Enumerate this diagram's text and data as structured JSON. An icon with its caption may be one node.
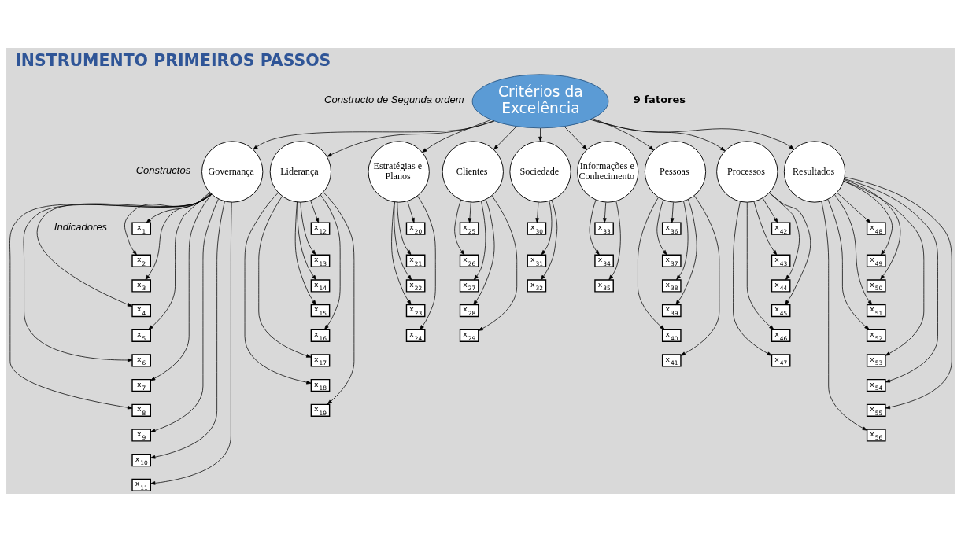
{
  "diagram": {
    "title": "INSTRUMENTO PRIMEIROS PASSOS",
    "nodes": [
      {
        "text": [
          "Critérios da Excelência"
        ]
      },
      {
        "text": [
          "Governança"
        ]
      },
      {
        "text": [
          "Liderança"
        ]
      },
      {
        "text": [
          "Estratégias e Planos"
        ]
      },
      {
        "text": [
          "Clientes"
        ]
      },
      {
        "text": [
          "Sociedade"
        ]
      },
      {
        "text": [
          "Informações e Conhecimento"
        ]
      },
      {
        "text": [
          "Pessoas"
        ]
      },
      {
        "text": [
          "Processos"
        ]
      },
      {
        "text": [
          "Resultados"
        ]
      },
      {
        "text": [
          "x$_{1}$"
        ]
      },
      {
        "text": [
          "x$_{2}$"
        ]
      },
      {
        "text": [
          "x$_{3}$"
        ]
      },
      {
        "text": [
          "x$_{4}$"
        ]
      },
      {
        "text": [
          "x$_{5}$"
        ]
      },
      {
        "text": [
          "x$_{6}$"
        ]
      },
      {
        "text": [
          "x$_{7}$"
        ]
      },
      {
        "text": [
          "x$_{8}$"
        ]
      },
      {
        "text": [
          "x$_{9}$"
        ]
      },
      {
        "text": [
          "x$_{10}$"
        ]
      },
      {
        "text": [
          "x$_{11}$"
        ]
      },
      {
        "text": [
          "x$_{12}$"
        ]
      },
      {
        "text": [
          "x$_{13}$"
        ]
      },
      {
        "text": [
          "x$_{14}$"
        ]
      },
      {
        "text": [
          "x$_{15}$"
        ]
      },
      {
        "text": [
          "x$_{16}$"
        ]
      },
      {
        "text": [
          "x$_{17}$"
        ]
      },
      {
        "text": [
          "x$_{18}$"
        ]
      },
      {
        "text": [
          "x$_{19}$"
        ]
      },
      {
        "text": [
          "x$_{20}$"
        ]
      },
      {
        "text": [
          "x$_{21}$"
        ]
      },
      {
        "text": [
          "x$_{22}$"
        ]
      },
      {
        "text": [
          "x$_{23}$"
        ]
      },
      {
        "text": [
          "x$_{24}$"
        ]
      },
      {
        "text": [
          "x$_{25}$"
        ]
      },
      {
        "text": [
          "x$_{26}$"
        ]
      },
      {
        "text": [
          "x$_{27}$"
        ]
      },
      {
        "text": [
          "x$_{28}$"
        ]
      },
      {
        "text": [
          "x$_{29}$"
        ]
      },
      {
        "text": [
          "x$_{30}$"
        ]
      },
      {
        "text": [
          "x$_{31}$"
        ]
      },
      {
        "text": [
          "x$_{32}$"
        ]
      },
      {
        "text": [
          "x$_{33}$"
        ]
      },
      {
        "text": [
          "x$_{34}$"
        ]
      },
      {
        "text": [
          "x$_{35}$"
        ]
      },
      {
        "text": [
          "x$_{36}$"
        ]
      },
      {
        "text": [
          "x$_{37}$"
        ]
      },
      {
        "text": [
          "x$_{38}$"
        ]
      },
      {
        "text": [
          "x$_{39}$"
        ]
      },
      {
        "text": [
          "x$_{40}$"
        ]
      },
      {
        "text": [
          "x$_{41}$"
        ]
      },
      {
        "text": [
          "x$_{42}$"
        ]
      },
      {
        "text": [
          "x$_{43}$"
        ]
      },
      {
        "text": [
          "x$_{44}$"
        ]
      },
      {
        "text": [
          "x$_{45}$"
        ]
      },
      {
        "text": [
          "x$_{46}$"
        ]
      },
      {
        "text": [
          "x$_{47}$"
        ]
      },
      {
        "text": [
          "x$_{48}$"
        ]
      },
      {
        "text": [
          "x$_{49}$"
        ]
      },
      {
        "text": [
          "x$_{50}$"
        ]
      },
      {
        "text": [
          "x$_{51}$"
        ]
      },
      {
        "text": [
          "x$_{52}$"
        ]
      },
      {
        "text": [
          "x$_{53}$"
        ]
      },
      {
        "text": [
          "x$_{54}$"
        ]
      },
      {
        "text": [
          "x$_{55}$"
        ]
      },
      {
        "text": [
          "x$_{56}$"
        ]
      }
    ],
    "edges": [
      {
        "from": 0,
        "to": 1,
        "arrow": "to"
      },
      {
        "from": 0,
        "to": 2,
        "arrow": "to"
      },
      {
        "from": 0,
        "to": 3,
        "arrow": "to"
      },
      {
        "from": 0,
        "to": 4,
        "arrow": "to"
      },
      {
        "from": 0,
        "to": 5,
        "arrow": "to"
      },
      {
        "from": 0,
        "to": 6,
        "arrow": "to"
      },
      {
        "from": 0,
        "to": 7,
        "arrow": "to"
      },
      {
        "from": 0,
        "to": 8,
        "arrow": "to"
      },
      {
        "from": 0,
        "to": 9,
        "arrow": "to"
      },
      {
        "from": 1,
        "to": 10,
        "arrow": "to"
      },
      {
        "from": 1,
        "to": 11,
        "arrow": "to"
      },
      {
        "from": 1,
        "to": 12,
        "arrow": "to"
      },
      {
        "from": 1,
        "to": 13,
        "arrow": "to"
      },
      {
        "from": 1,
        "to": 14,
        "arrow": "to"
      },
      {
        "from": 1,
        "to": 15,
        "arrow": "to"
      },
      {
        "from": 1,
        "to": 16,
        "arrow": "to"
      },
      {
        "from": 1,
        "to": 17,
        "arrow": "to"
      },
      {
        "from": 1,
        "to": 18,
        "arrow": "to"
      },
      {
        "from": 1,
        "to": 19,
        "arrow": "to"
      },
      {
        "from": 1,
        "to": 20,
        "arrow": "to"
      },
      {
        "from": 2,
        "to": 21,
        "arrow": "to"
      },
      {
        "from": 2,
        "to": 22,
        "arrow": "to"
      },
      {
        "from": 2,
        "to": 23,
        "arrow": "to"
      },
      {
        "from": 2,
        "to": 24,
        "arrow": "to"
      },
      {
        "from": 2,
        "to": 25,
        "arrow": "to"
      },
      {
        "from": 2,
        "to": 26,
        "arrow": "to"
      },
      {
        "from": 2,
        "to": 27,
        "arrow": "to"
      },
      {
        "from": 2,
        "to": 28,
        "arrow": "to"
      },
      {
        "from": 3,
        "to": 29,
        "arrow": "to"
      },
      {
        "from": 3,
        "to": 30,
        "arrow": "to"
      },
      {
        "from": 3,
        "to": 31,
        "arrow": "to"
      },
      {
        "from": 3,
        "to": 32,
        "arrow": "to"
      },
      {
        "from": 3,
        "to": 33,
        "arrow": "to"
      },
      {
        "from": 4,
        "to": 34,
        "arrow": "to"
      },
      {
        "from": 4,
        "to": 35,
        "arrow": "to"
      },
      {
        "from": 4,
        "to": 36,
        "arrow": "to"
      },
      {
        "from": 4,
        "to": 37,
        "arrow": "to"
      },
      {
        "from": 4,
        "to": 38,
        "arrow": "to"
      },
      {
        "from": 5,
        "to": 39,
        "arrow": "to"
      },
      {
        "from": 5,
        "to": 40,
        "arrow": "to"
      },
      {
        "from": 5,
        "to": 41,
        "arrow": "to"
      },
      {
        "from": 6,
        "to": 42,
        "arrow": "to"
      },
      {
        "from": 6,
        "to": 43,
        "arrow": "to"
      },
      {
        "from": 6,
        "to": 44,
        "arrow": "to"
      },
      {
        "from": 7,
        "to": 45,
        "arrow": "to"
      },
      {
        "from": 7,
        "to": 46,
        "arrow": "to"
      },
      {
        "from": 7,
        "to": 47,
        "arrow": "to"
      },
      {
        "from": 7,
        "to": 48,
        "arrow": "to"
      },
      {
        "from": 7,
        "to": 49,
        "arrow": "to"
      },
      {
        "from": 7,
        "to": 50,
        "arrow": "to"
      },
      {
        "from": 8,
        "to": 51,
        "arrow": "to"
      },
      {
        "from": 8,
        "to": 52,
        "arrow": "to"
      },
      {
        "from": 8,
        "to": 53,
        "arrow": "to"
      },
      {
        "from": 8,
        "to": 54,
        "arrow": "to"
      },
      {
        "from": 8,
        "to": 55,
        "arrow": "to"
      },
      {
        "from": 8,
        "to": 56,
        "arrow": "to"
      },
      {
        "from": 9,
        "to": 57,
        "arrow": "to"
      },
      {
        "from": 9,
        "to": 58,
        "arrow": "to"
      },
      {
        "from": 9,
        "to": 59,
        "arrow": "to"
      },
      {
        "from": 9,
        "to": 60,
        "arrow": "to"
      },
      {
        "from": 9,
        "to": 61,
        "arrow": "to"
      },
      {
        "from": 9,
        "to": 62,
        "arrow": "to"
      },
      {
        "from": 9,
        "to": 63,
        "arrow": "to"
      },
      {
        "from": 9,
        "to": 64,
        "arrow": "to"
      },
      {
        "from": 9,
        "to": 65,
        "arrow": "to"
      }
    ],
    "labels": [
      "Constructo de Segunda ordem",
      "9 fatores",
      "Constructos",
      "Indicadores"
    ]
  }
}
